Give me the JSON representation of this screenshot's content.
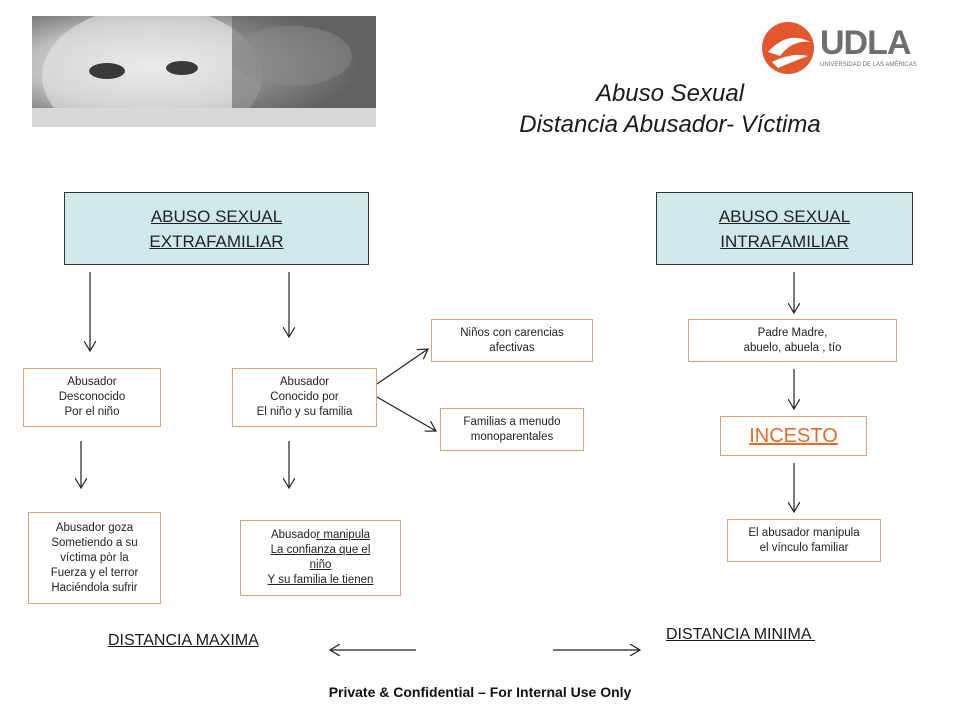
{
  "header": {
    "title_line1": "Abuso Sexual",
    "title_line2": "Distancia Abusador- Víctima",
    "logo_text": "UDLA",
    "logo_subtitle": "UNIVERSIDAD DE LAS AMÉRICAS"
  },
  "colors": {
    "box_fill": "#cfe8ec",
    "small_box_border": "#e8a070",
    "incesto_text": "#e86a2a",
    "logo_orange": "#e2572b",
    "logo_gray": "#6d6e71"
  },
  "left": {
    "main_line1": "ABUSO SEXUAL",
    "main_line2": "EXTRAFAMILIAR",
    "unknown": [
      "Abusador",
      "Desconocido",
      "Por el niño"
    ],
    "known": [
      "Abusador",
      "Conocido por",
      "El niño y su familia"
    ],
    "carencias": [
      "Niños con carencias",
      "afectivas"
    ],
    "familias": [
      "Familias a menudo",
      "monoparentales"
    ],
    "goza": [
      "Abusador goza",
      "Sometiendo a su",
      "víctima pòr la",
      "Fuerza  y el terror",
      "Haciéndola sufrir"
    ],
    "manipula_a": "Abusado",
    "manipula_b": "r manipula",
    "manipula_lines": [
      "La confianza que el",
      "niño",
      " Y su familia le tienen"
    ]
  },
  "right": {
    "main_line1": "ABUSO SEXUAL",
    "main_line2": "INTRAFAMILIAR",
    "padres": [
      "Padre Madre,",
      "abuelo, abuela , tío"
    ],
    "incesto": "INCESTO",
    "vinculo": [
      "El abusador manipula",
      "el vínculo familiar"
    ]
  },
  "bottom": {
    "max": "DISTANCIA MAXIMA",
    "min": "DISTANCIA MINIMA "
  },
  "footer": "Private & Confidential – For Internal Use Only"
}
